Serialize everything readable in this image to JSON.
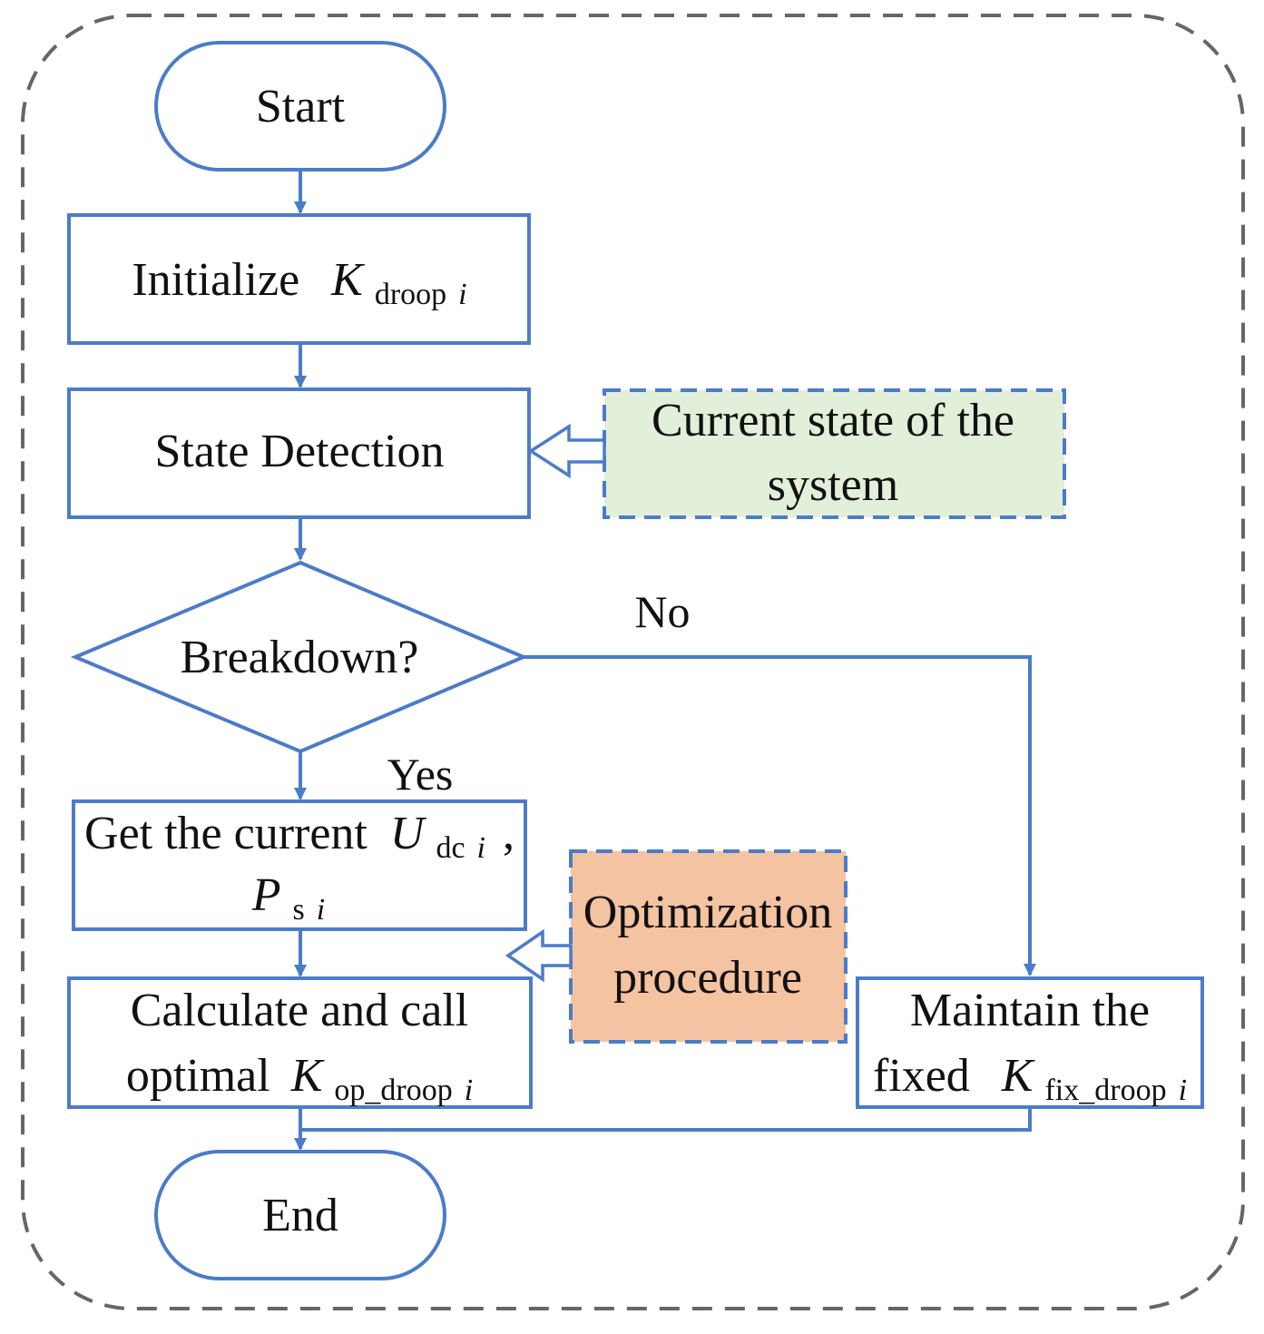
{
  "colors": {
    "outline": "#4a7cc9",
    "frame": "#666666",
    "state_box_fill": "#e2efd9",
    "optimization_box_fill": "#f4c3a1",
    "text": "#111111"
  },
  "nodes": {
    "start": {
      "label": "Start"
    },
    "initialize": {
      "label": "Initialize",
      "var_main": "K",
      "var_sub": "droop",
      "var_sub_index": "i"
    },
    "state_detection": {
      "label": "State Detection"
    },
    "current_state": {
      "line1": "Current state of the",
      "line2": "system"
    },
    "breakdown": {
      "label": "Breakdown?"
    },
    "get_current": {
      "line1_prefix": "Get the current",
      "u_main": "U",
      "u_sub": "dc",
      "u_sub_index": "i",
      "comma": ",",
      "p_main": "P",
      "p_sub": "s",
      "p_sub_index": "i"
    },
    "optimization": {
      "line1": "Optimization",
      "line2": "procedure"
    },
    "calculate": {
      "line1": "Calculate and call",
      "line2_prefix": "optimal",
      "var_main": "K",
      "var_sub": "op_droop",
      "var_sub_index": "i"
    },
    "maintain": {
      "line1": "Maintain the",
      "line2_prefix": "fixed",
      "var_main": "K",
      "var_sub": "fix_droop",
      "var_sub_index": "i"
    },
    "end": {
      "label": "End"
    }
  },
  "edges": {
    "no_label": "No",
    "yes_label": "Yes"
  }
}
